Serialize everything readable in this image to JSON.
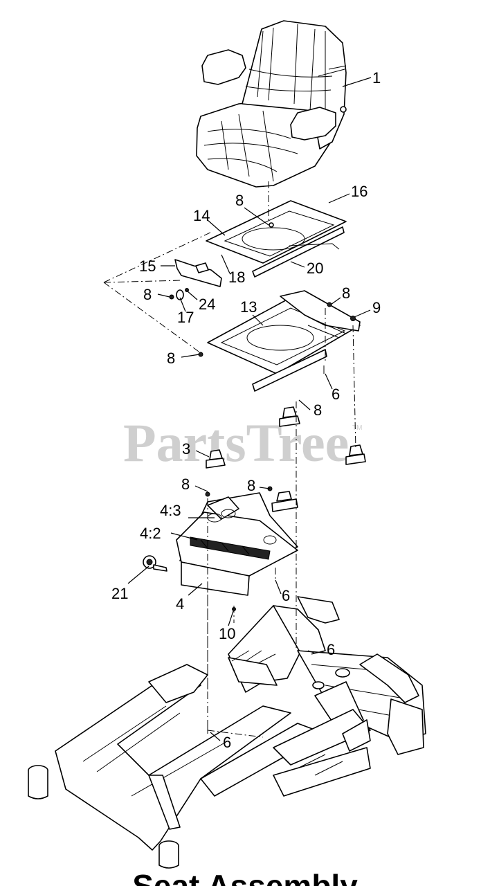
{
  "watermark": {
    "text": "PartsTree",
    "trademark": "TM"
  },
  "title": "Seat Assembly",
  "callouts": [
    {
      "id": "c-1",
      "label": "1"
    },
    {
      "id": "c-8a",
      "label": "8"
    },
    {
      "id": "c-16",
      "label": "16"
    },
    {
      "id": "c-14",
      "label": "14"
    },
    {
      "id": "c-15",
      "label": "15"
    },
    {
      "id": "c-18",
      "label": "18"
    },
    {
      "id": "c-20",
      "label": "20"
    },
    {
      "id": "c-8b",
      "label": "8"
    },
    {
      "id": "c-24",
      "label": "24"
    },
    {
      "id": "c-17",
      "label": "17"
    },
    {
      "id": "c-13",
      "label": "13"
    },
    {
      "id": "c-8c",
      "label": "8"
    },
    {
      "id": "c-9",
      "label": "9"
    },
    {
      "id": "c-8d",
      "label": "8"
    },
    {
      "id": "c-6a",
      "label": "6"
    },
    {
      "id": "c-8e",
      "label": "8"
    },
    {
      "id": "c-3",
      "label": "3"
    },
    {
      "id": "c-8f",
      "label": "8"
    },
    {
      "id": "c-8g",
      "label": "8"
    },
    {
      "id": "c-4-3",
      "label": "4:3"
    },
    {
      "id": "c-4-2",
      "label": "4:2"
    },
    {
      "id": "c-21",
      "label": "21"
    },
    {
      "id": "c-4",
      "label": "4"
    },
    {
      "id": "c-6b",
      "label": "6"
    },
    {
      "id": "c-10",
      "label": "10"
    },
    {
      "id": "c-6c",
      "label": "6"
    },
    {
      "id": "c-6d",
      "label": "6"
    }
  ]
}
